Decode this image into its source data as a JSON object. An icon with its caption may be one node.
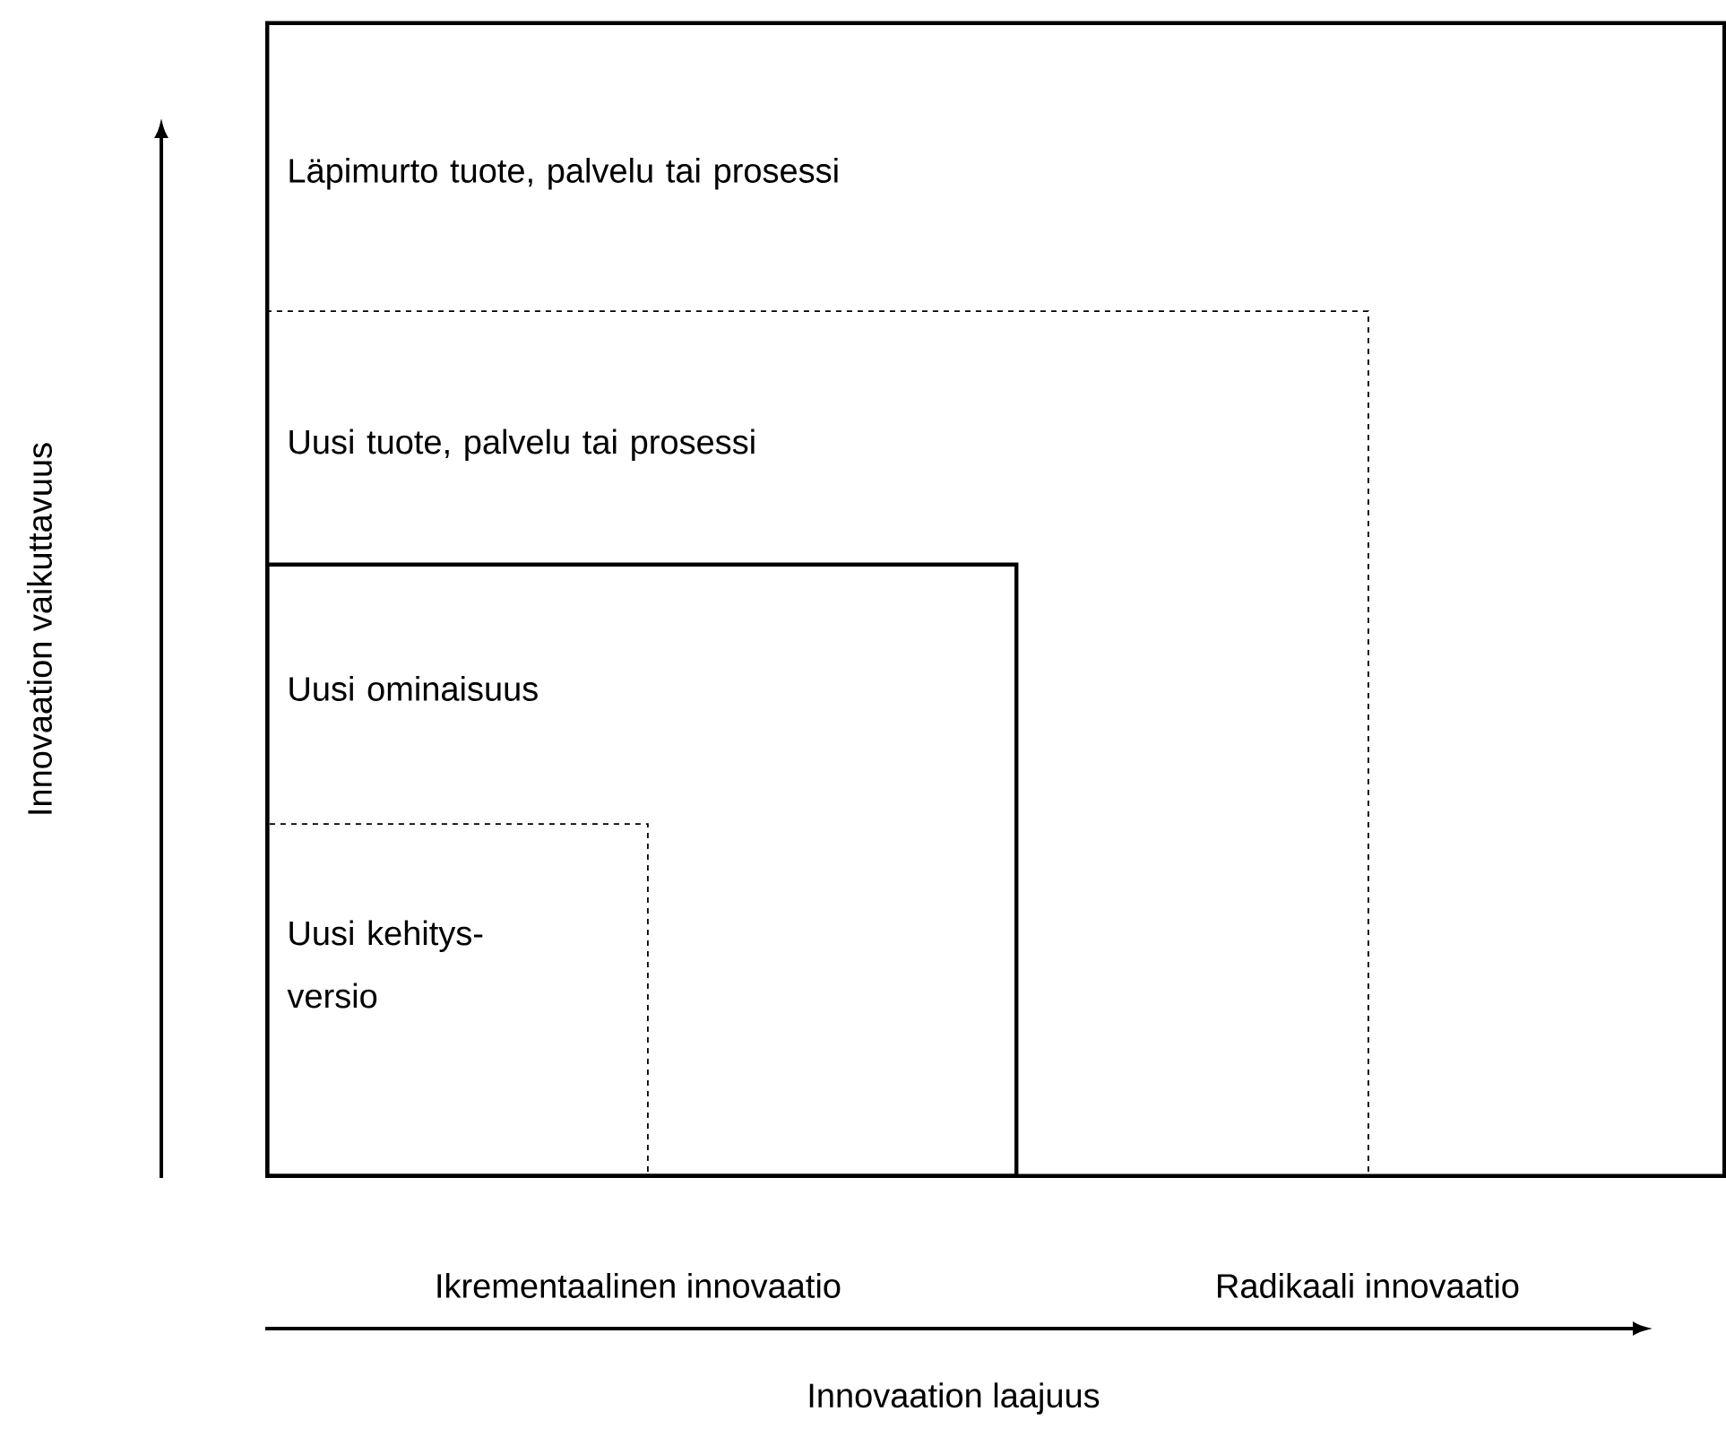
{
  "diagram": {
    "nodes": [
      {
        "text": [
          "Läpimurto tuote, palvelu tai prosessi"
        ]
      },
      {
        "text": [
          "Uusi tuote, palvelu tai prosessi"
        ],
        "in": 0
      },
      {
        "text": [
          "Uusi ominaisuus"
        ],
        "in": 1
      },
      {
        "text": [
          "Uusi kehitys-versio"
        ],
        "in": 2
      }
    ],
    "edges": [],
    "labels": [
      "Innovaation vaikuttavuus",
      "Ikrementaalinen innovaatio",
      "Radikaali innovaatio",
      "Innovaation laajuus"
    ]
  }
}
